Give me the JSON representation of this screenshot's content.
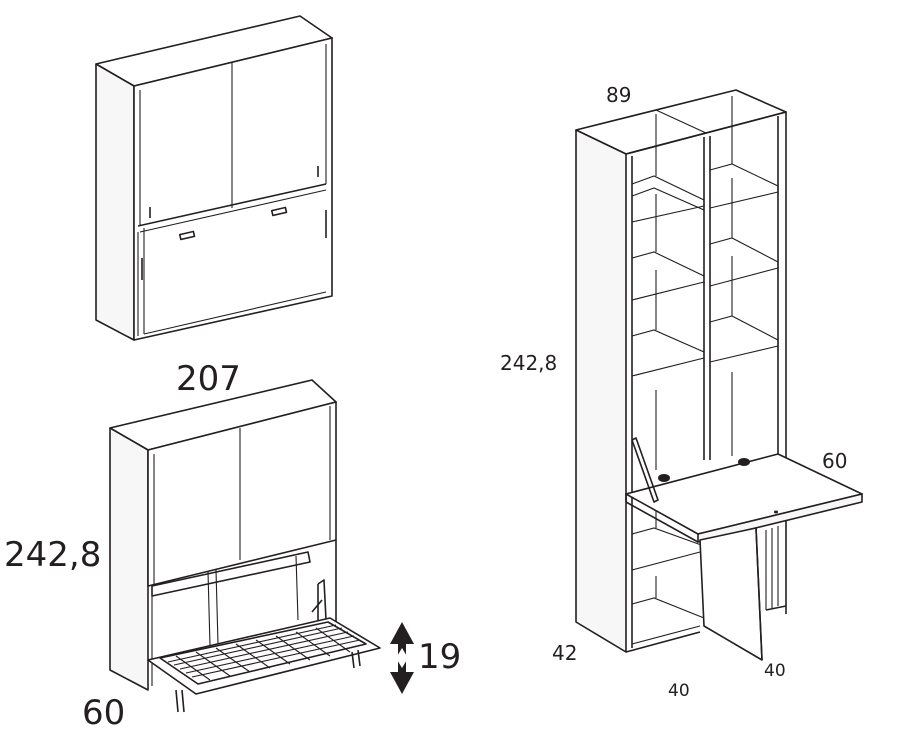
{
  "dimensions": {
    "bed_width": "207",
    "bed_height": "242,8",
    "bed_depth": "60",
    "bed_folded_height": "19",
    "shelf_width": "89",
    "shelf_height": "242,8",
    "desk_depth": "60",
    "shelf_depth": "42",
    "base_width": "40",
    "door_width": "40"
  },
  "colors": {
    "line": "#231f20",
    "background": "#ffffff"
  },
  "icons": {
    "height_arrow": "double-vertical-arrow-icon"
  }
}
